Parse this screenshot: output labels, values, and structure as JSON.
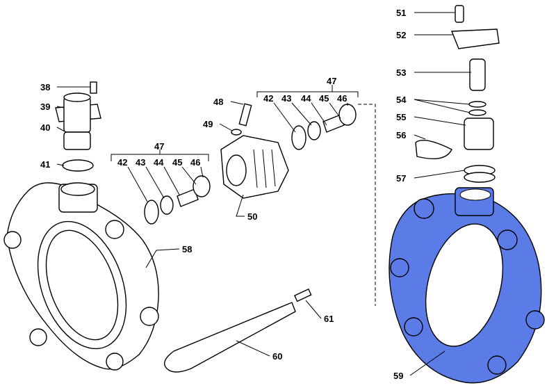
{
  "diagram": {
    "accent_color": "#5b7be6",
    "labels": {
      "p51": "51",
      "p52": "52",
      "p53": "53",
      "p54": "54",
      "p55": "55",
      "p56": "56",
      "p57": "57",
      "p38": "38",
      "p39": "39",
      "p40": "40",
      "p41": "41",
      "p47a": "47",
      "p42a": "42",
      "p43a": "43",
      "p44a": "44",
      "p45a": "45",
      "p46a": "46",
      "p47b": "47",
      "p42b": "42",
      "p43b": "43",
      "p44b": "44",
      "p45b": "45",
      "p46b": "46",
      "p48": "48",
      "p49": "49",
      "p50": "50",
      "p58": "58",
      "p59": "59",
      "p60": "60",
      "p61": "61"
    }
  }
}
